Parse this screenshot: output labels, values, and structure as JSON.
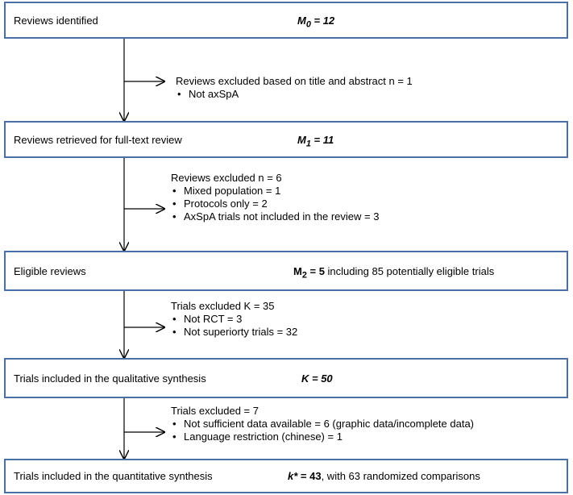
{
  "boxes": [
    {
      "label": "Reviews identified",
      "metric_sym": "M",
      "metric_sub": "0",
      "metric_val": " = 12"
    },
    {
      "label": "Reviews retrieved for full-text review",
      "metric_sym": "M",
      "metric_sub": "1",
      "metric_val": " = 11"
    },
    {
      "label": "Eligible reviews",
      "metric_sym": "M",
      "metric_sub": "2",
      "metric_val": " = 5",
      "metric_extra": "  including 85 potentially eligible trials"
    },
    {
      "label": "Trials included in the qualitative synthesis",
      "metric_sym": "K",
      "metric_val": " = 50"
    },
    {
      "label": "Trials included in the quantitative synthesis",
      "metric_sym": "k*",
      "metric_val": " = 43",
      "metric_extra": ", with 63 randomized comparisons"
    }
  ],
  "exclusions": [
    {
      "title": "Reviews excluded based on title and abstract n = 1",
      "items": [
        "Not axSpA"
      ]
    },
    {
      "title": "Reviews excluded n = 6",
      "items": [
        "Mixed population =  1",
        "Protocols only = 2",
        "AxSpA trials not included in the review = 3"
      ]
    },
    {
      "title": "Trials excluded K = 35",
      "items": [
        "Not RCT = 3",
        "Not superiorty trials = 32"
      ]
    },
    {
      "title": "Trials excluded  = 7",
      "items": [
        "Not sufficient data available = 6 (graphic data/incomplete data)",
        "Language restriction (chinese) = 1"
      ]
    }
  ],
  "colors": {
    "box_border": "#4a6fa5",
    "line": "#000000"
  }
}
